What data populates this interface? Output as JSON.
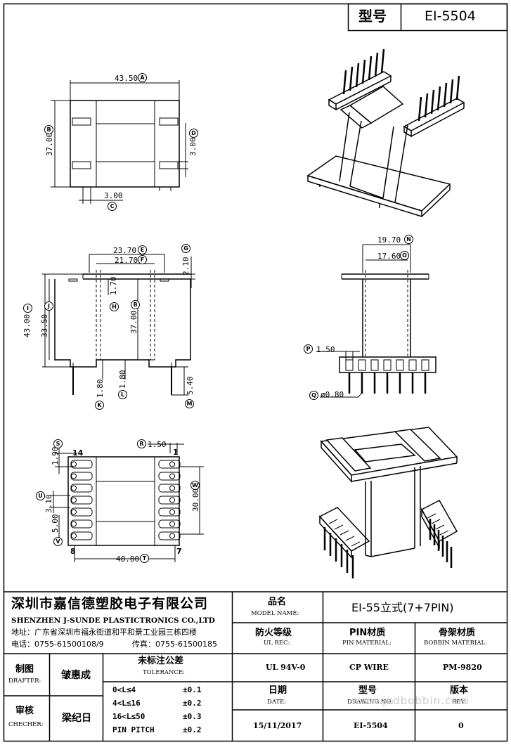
{
  "header": {
    "model_label": "型号",
    "model_value": "EI-5504"
  },
  "dims": {
    "top": {
      "width": "43.50",
      "height": "37.00",
      "slot": "3.00",
      "offset": "3.00",
      "width_tag": "A",
      "height_tag": "B",
      "slot_tag": "D",
      "offset_tag": "C"
    },
    "front": {
      "w1": "23.70",
      "w2": "21.70",
      "flange": "2.10",
      "h_total": "43.00",
      "h_body": "33.50",
      "h_inner": "1.70",
      "h_core": "37.00",
      "pin_a": "1.80",
      "pin_b": "1.80",
      "pin_len": "5.40",
      "w1_tag": "E",
      "w2_tag": "F",
      "flange_tag": "G",
      "h_total_tag": "I",
      "h_body_tag": "J",
      "h_inner_tag": "H",
      "h_core_tag": "B",
      "pin_a_tag": "K",
      "pin_b_tag": "L",
      "pin_len_tag": "M"
    },
    "side": {
      "outer": "19.70",
      "inner": "17.60",
      "pin_w": "1.50",
      "pin_dia": "ø0.80",
      "outer_tag": "N",
      "inner_tag": "O",
      "pin_w_tag": "P",
      "pin_dia_tag": "Q"
    },
    "bottom": {
      "pin_edge": "1.90",
      "pitch": "3.10",
      "space": "5.00",
      "pin_w": "1.50",
      "length": "30.00",
      "width": "40.00",
      "pin1": "1",
      "pin7": "7",
      "pin8": "8",
      "pin14": "14",
      "pin_edge_tag": "S",
      "pitch_tag": "U",
      "space_tag": "V",
      "pin_w_tag": "R",
      "length_tag": "W",
      "width_tag": "T"
    }
  },
  "title_block": {
    "company_cn": "深圳市嘉信德塑胶电子有限公司",
    "company_en": "SHENZHEN J-SUNDE PLASTICTRONICS CO.,LTD",
    "address": "地址：广东省深圳市福永街道和平和景工业园三栋四楼",
    "phone": "电话：0755-61500108/9",
    "fax": "传真：0755-61500185",
    "model_name_cn": "品名",
    "model_name_en": "MODEL NAME:",
    "model_name_value": "EI-55立式(7+7PIN)",
    "ul_cn": "防火等级",
    "ul_en": "UL REC:",
    "ul_value": "UL 94V-0",
    "pin_cn": "PIN材质",
    "pin_en": "PIN MATERIAL:",
    "pin_value": "CP WIRE",
    "bobbin_cn": "骨架材质",
    "bobbin_en": "BOBBIN MATERIAL:",
    "bobbin_value": "PM-9820",
    "drafter_cn": "制图",
    "drafter_en": "DRAFTER:",
    "drafter_name": "皱惠成",
    "tol_cn": "未标注公差",
    "tol_en": "TOLERANCE:",
    "tolerances": [
      {
        "range": "0<L≤4",
        "value": "±0.1"
      },
      {
        "range": "4<L≤16",
        "value": "±0.2"
      },
      {
        "range": "16<L≤50",
        "value": "±0.3"
      },
      {
        "range": "PIN PITCH",
        "value": "±0.2"
      }
    ],
    "checker_cn": "审核",
    "checker_en": "CHECHER:",
    "checker_name": "梁纪日",
    "date_cn": "日期",
    "date_en": "DATE:",
    "date_value": "15/11/2017",
    "drawing_cn": "型号",
    "drawing_en": "DRAWING NO:",
    "drawing_value": "EI-5504",
    "rev_cn": "版本",
    "rev_en": "REV:",
    "rev_value": "0",
    "watermark": "www.jxdbobbin.com"
  }
}
